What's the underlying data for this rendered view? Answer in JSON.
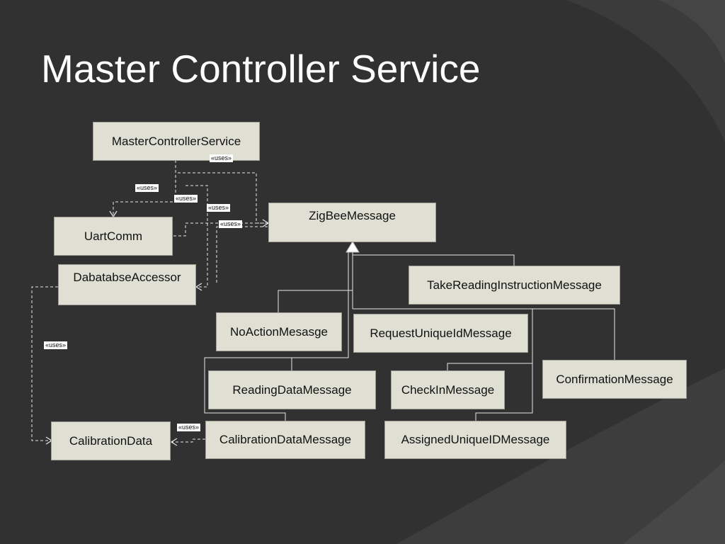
{
  "slide": {
    "title": "Master Controller Service"
  },
  "classes": {
    "master_controller_service": "MasterControllerService",
    "uart_comm": "UartComm",
    "database_accessor": "DabatabseAccessor",
    "zigbee_message": "ZigBeeMessage",
    "take_reading_instruction_message": "TakeReadingInstructionMessage",
    "no_action_message": "NoActionMesasge",
    "request_unique_id_message": "RequestUniqueIdMessage",
    "reading_data_message": "ReadingDataMessage",
    "check_in_message": "CheckInMessage",
    "confirmation_message": "ConfirmationMessage",
    "calibration_data": "CalibrationData",
    "calibration_data_message": "CalibrationDataMessage",
    "assigned_unique_id_message": "AssignedUniqueIDMessage"
  },
  "relations": {
    "uses_label": "«uses»",
    "uses": [
      {
        "from": "MasterControllerService",
        "to": "ZigBeeMessage"
      },
      {
        "from": "MasterControllerService",
        "to": "UartComm"
      },
      {
        "from": "MasterControllerService",
        "to": "DabatabseAccessor"
      },
      {
        "from": "UartComm",
        "to": "ZigBeeMessage"
      },
      {
        "from": "ZigBeeMessage",
        "to": "DabatabseAccessor"
      },
      {
        "from": "DabatabseAccessor",
        "to": "CalibrationData"
      },
      {
        "from": "CalibrationDataMessage",
        "to": "CalibrationData"
      }
    ],
    "generalization": {
      "parent": "ZigBeeMessage",
      "children": [
        "TakeReadingInstructionMessage",
        "NoActionMesasge",
        "RequestUniqueIdMessage",
        "ReadingDataMessage",
        "CheckInMessage",
        "ConfirmationMessage",
        "CalibrationDataMessage",
        "AssignedUniqueIDMessage"
      ]
    }
  },
  "colors": {
    "background": "#313131",
    "box_fill": "#dfe0d3",
    "connector": "#e8e8e8",
    "title_text": "#ffffff"
  }
}
